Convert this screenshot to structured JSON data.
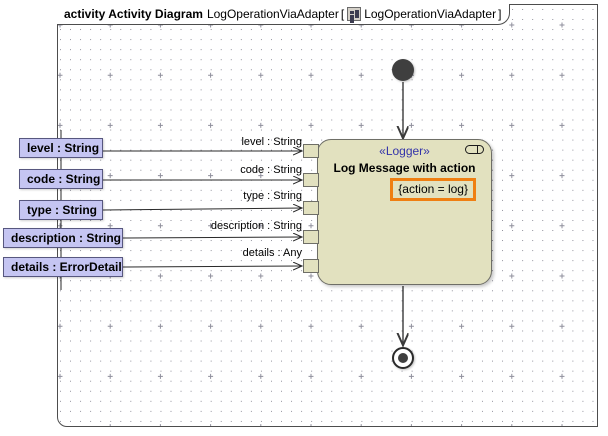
{
  "diagram": {
    "frame_label_keyword": "activity Activity Diagram",
    "frame_label_name": "LogOperationViaAdapter",
    "frame_bracket_open": "[",
    "frame_bracket_close": "]",
    "frame_icon_name": "activity-diagram-icon",
    "frame_inner_name": "LogOperationViaAdapter"
  },
  "activity": {
    "stereotype": "«Logger»",
    "name": "Log Message with action",
    "constraint": "{action = log}",
    "rake_icon_name": "activity-rake-icon",
    "fill_color": "#e2e1bf",
    "constraint_border_color": "#ef7f12",
    "stereotype_color": "#3333aa"
  },
  "nodes": {
    "initial_node_label": "initial-node",
    "final_node_label": "activity-final-node"
  },
  "parameters": [
    {
      "label": "level : String",
      "edge_label": "level : String"
    },
    {
      "label": "code : String",
      "edge_label": "code : String"
    },
    {
      "label": "type : String",
      "edge_label": "type : String"
    },
    {
      "label": "description : String",
      "edge_label": "description : String"
    },
    {
      "label": "details : ErrorDetail",
      "edge_label": "details : Any"
    }
  ],
  "colors": {
    "param_fill": "#c5c5f2",
    "param_border": "#57577f",
    "node_fill": "#e2e1bf",
    "node_border": "#6e6e66",
    "accent_orange": "#ef7f12",
    "background": "#ffffff"
  }
}
